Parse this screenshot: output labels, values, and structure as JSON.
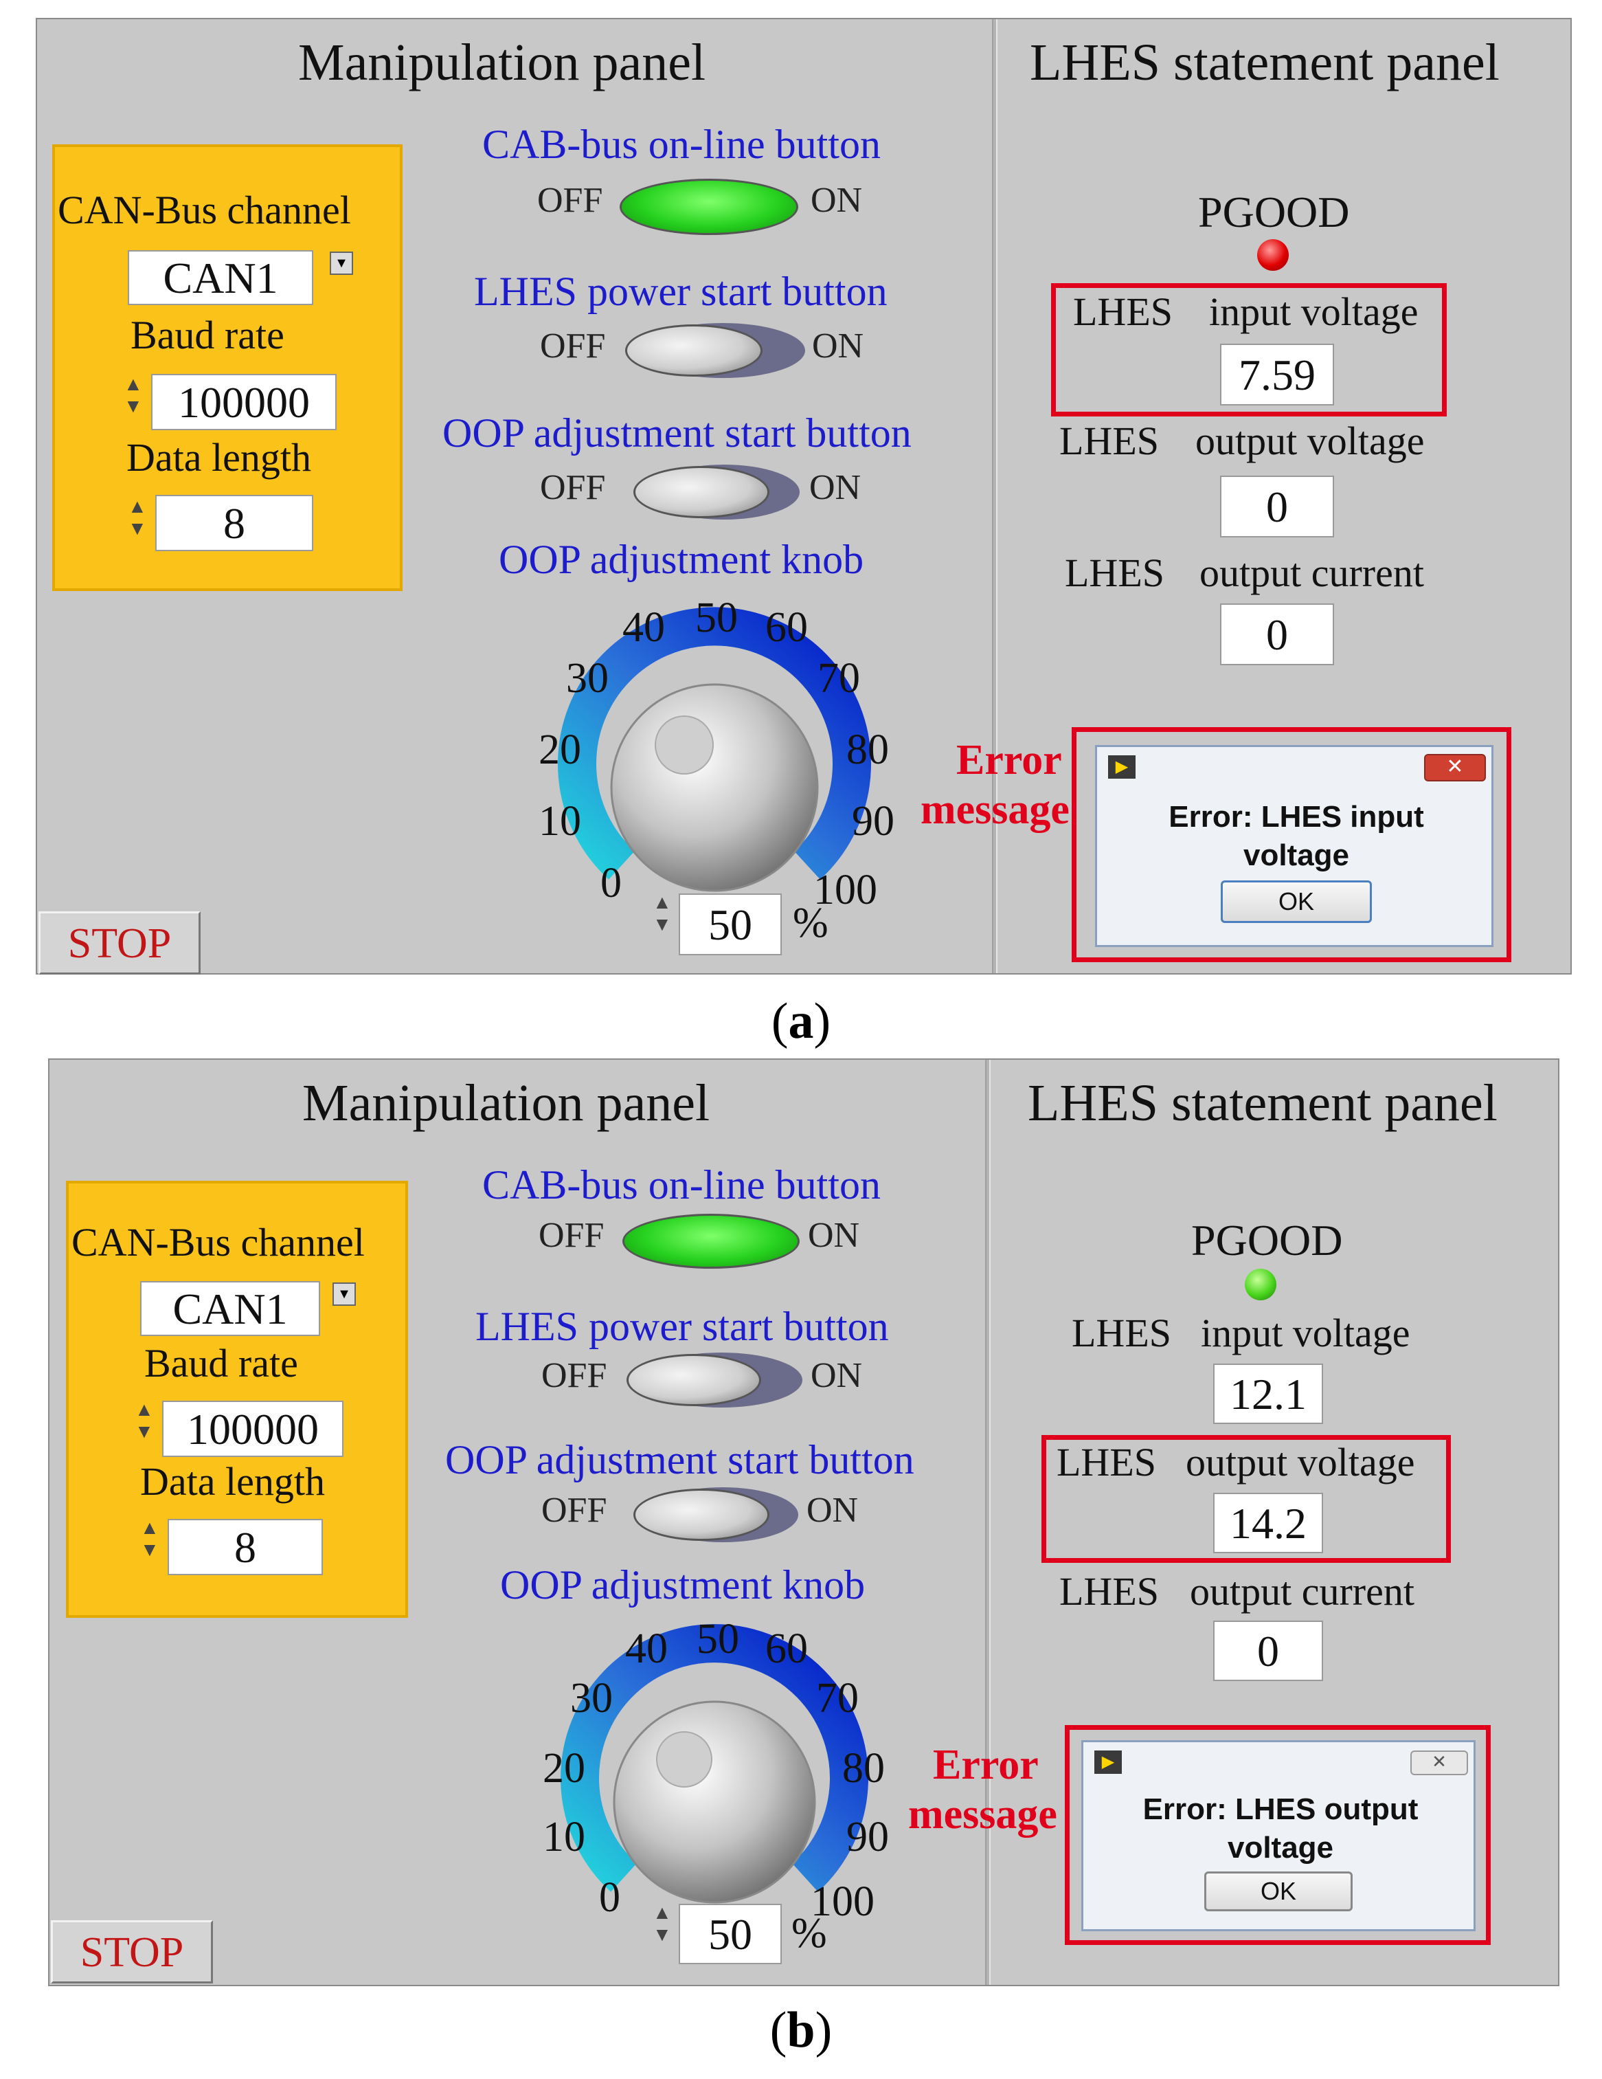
{
  "panels": [
    {
      "manipulation_title": "Manipulation panel",
      "statement_title": "LHES statement panel",
      "can": {
        "channel_label": "CAN-Bus channel",
        "channel_value": "CAN1",
        "baud_label": "Baud rate",
        "baud_value": "100000",
        "length_label": "Data length",
        "length_value": "8"
      },
      "buttons": [
        {
          "label": "CAB-bus on-line button",
          "off": "OFF",
          "on": "ON",
          "state": "on"
        },
        {
          "label": "LHES power start button",
          "off": "OFF",
          "on": "ON",
          "state": "off"
        },
        {
          "label": "OOP adjustment start button",
          "off": "OFF",
          "on": "ON",
          "state": "off"
        }
      ],
      "knob": {
        "label": "OOP adjustment knob",
        "ticks": [
          "0",
          "10",
          "20",
          "30",
          "40",
          "50",
          "60",
          "70",
          "80",
          "90",
          "100"
        ],
        "value": "50",
        "unit": "%"
      },
      "stop_label": "STOP",
      "pgood_label": "PGOOD",
      "pgood_color": "#e10000",
      "readings": [
        {
          "prefix": "LHES",
          "label": "input voltage",
          "value": "7.59"
        },
        {
          "prefix": "LHES",
          "label": "output voltage",
          "value": "0"
        },
        {
          "prefix": "LHES",
          "label": "output current",
          "value": "0"
        }
      ],
      "error_note": [
        "Error",
        "message"
      ],
      "dialog": {
        "message": [
          "Error: LHES input",
          "voltage"
        ],
        "ok": "OK"
      }
    },
    {
      "manipulation_title": "Manipulation panel",
      "statement_title": "LHES statement panel",
      "can": {
        "channel_label": "CAN-Bus channel",
        "channel_value": "CAN1",
        "baud_label": "Baud rate",
        "baud_value": "100000",
        "length_label": "Data length",
        "length_value": "8"
      },
      "buttons": [
        {
          "label": "CAB-bus on-line button",
          "off": "OFF",
          "on": "ON",
          "state": "on"
        },
        {
          "label": "LHES power start button",
          "off": "OFF",
          "on": "ON",
          "state": "off"
        },
        {
          "label": "OOP adjustment start button",
          "off": "OFF",
          "on": "ON",
          "state": "off"
        }
      ],
      "knob": {
        "label": "OOP adjustment knob",
        "ticks": [
          "0",
          "10",
          "20",
          "30",
          "40",
          "50",
          "60",
          "70",
          "80",
          "90",
          "100"
        ],
        "value": "50",
        "unit": "%"
      },
      "stop_label": "STOP",
      "pgood_label": "PGOOD",
      "pgood_color": "#49d51c",
      "readings": [
        {
          "prefix": "LHES",
          "label": "input voltage",
          "value": "12.1"
        },
        {
          "prefix": "LHES",
          "label": "output voltage",
          "value": "14.2"
        },
        {
          "prefix": "LHES",
          "label": "output current",
          "value": "0"
        }
      ],
      "error_note": [
        "Error",
        "message"
      ],
      "dialog": {
        "message": [
          "Error: LHES output",
          "voltage"
        ],
        "ok": "OK"
      }
    }
  ],
  "captions": [
    "a",
    "b"
  ]
}
